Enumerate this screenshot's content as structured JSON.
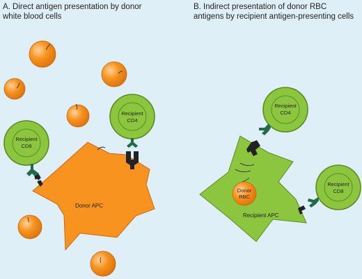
{
  "panel_a": {
    "title_line1": "A. Direct antigen presentation by donor",
    "title_line2": "white blood cells",
    "cd8_label_line1": "Recipient",
    "cd8_label_line2": "CD8",
    "cd4_label_line1": "Recipient",
    "cd4_label_line2": "CD4",
    "apc_label": "Donor APC"
  },
  "panel_b": {
    "title_line1": "B.  Indirect presentation of donor RBC",
    "title_line2": "antigens by recipient antigen-presenting cells",
    "cd4_label_line1": "Recipient",
    "cd4_label_line2": "CD4",
    "cd8_label_line1": "Recipient",
    "cd8_label_line2": "CD8",
    "rbc_label_line1": "Donor",
    "rbc_label_line2": "RBC",
    "apc_label": "Recipient APC"
  },
  "colors": {
    "background": "#dfeff7",
    "t_cell_fill": "#8cc63f",
    "t_cell_stroke": "#5a8c22",
    "donor_apc": "#f7931e",
    "recipient_apc": "#8cc63f",
    "rbc_fill": "#f7921e",
    "receptor": "#1f6b4a",
    "mhc": "#222222"
  }
}
